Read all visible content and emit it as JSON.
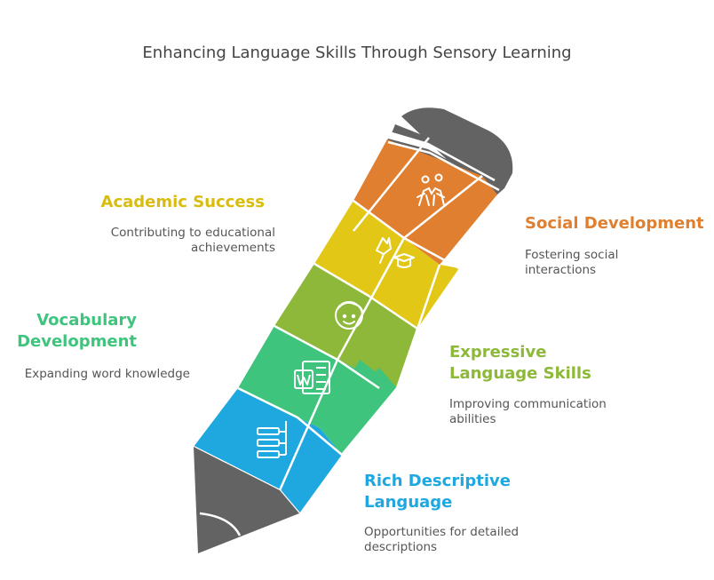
{
  "title": "Enhancing Language Skills Through Sensory Learning",
  "colors": {
    "orange": "#E07F2F",
    "yellow": "#E2C716",
    "lime": "#8DB83A",
    "green": "#3EC47C",
    "blue": "#1FA8DF",
    "gray": "#636363"
  },
  "items": {
    "social": {
      "heading": "Social Development",
      "desc1": "Fostering social",
      "desc2": "interactions",
      "icon": "friends-icon"
    },
    "academic": {
      "heading": "Academic Success",
      "desc1": "Contributing to educational",
      "desc2": "achievements",
      "icon": "graduate-icon"
    },
    "expressive": {
      "heading1": "Expressive",
      "heading2": "Language Skills",
      "desc1": "Improving communication",
      "desc2": "abilities",
      "icon": "smiling-face-icon"
    },
    "vocabulary": {
      "heading1": "Vocabulary",
      "heading2": "Development",
      "desc1": "Expanding word knowledge",
      "icon": "word-document-icon"
    },
    "rich": {
      "heading1": "Rich Descriptive",
      "heading2": "Language",
      "desc1": "Opportunities for detailed",
      "desc2": "descriptions",
      "icon": "hierarchy-list-icon"
    }
  }
}
